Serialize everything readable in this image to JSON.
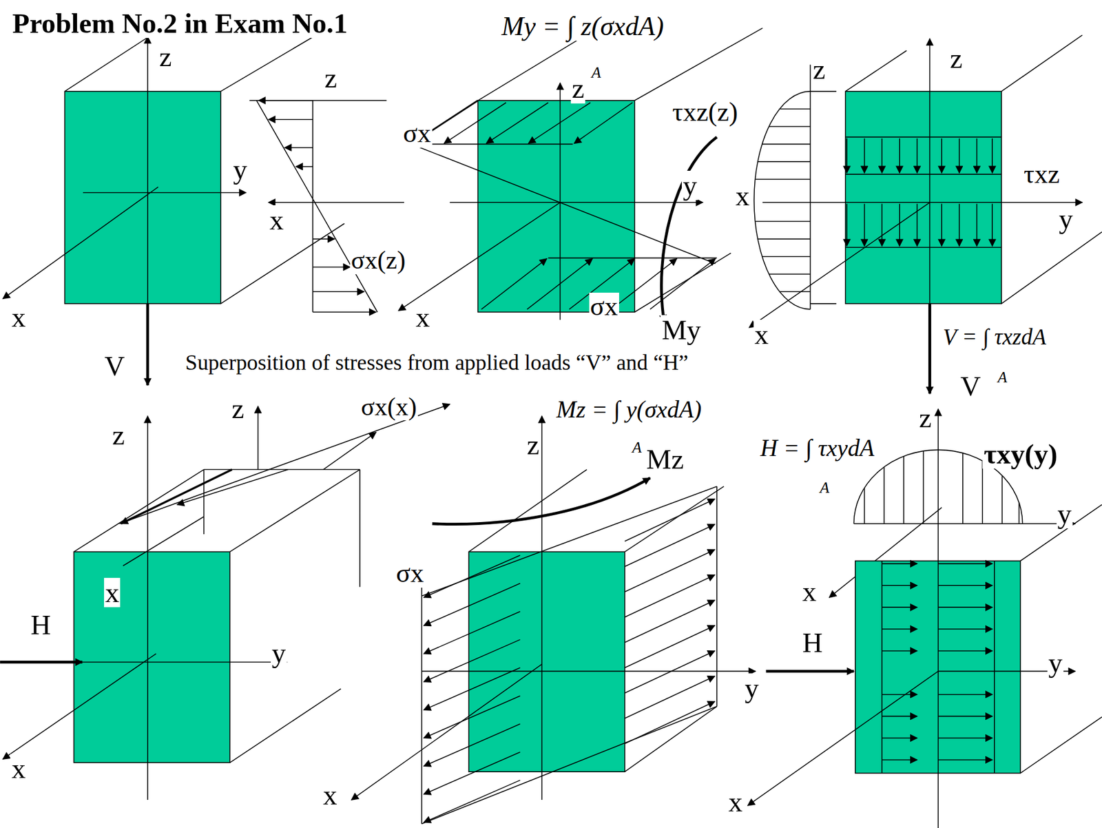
{
  "diagram": {
    "title": "Problem No.2 in Exam No.1",
    "caption": "Superposition of stresses from applied loads “V” and “H”",
    "labels": [
      "z",
      "y",
      "x",
      "V",
      "z",
      "x",
      "σx(z)",
      "x",
      "My = ∫ z(σxdA)",
      "A",
      "z",
      "σx",
      "y",
      "σx",
      "τxz(z)",
      "My",
      "z",
      "x",
      "z",
      "τxz",
      "y",
      "x",
      "V = ∫ τxzdA",
      "A",
      "V",
      "z",
      "z",
      "σx(x)",
      "x",
      "H",
      "y",
      "x",
      "Mz = ∫ y(σxdA)",
      "A",
      "Mz",
      "z",
      "σx",
      "y",
      "x",
      "H = ∫ τxydA",
      "A",
      "z",
      "τxy(y)",
      "y",
      "x",
      "H",
      "y",
      "x"
    ]
  }
}
